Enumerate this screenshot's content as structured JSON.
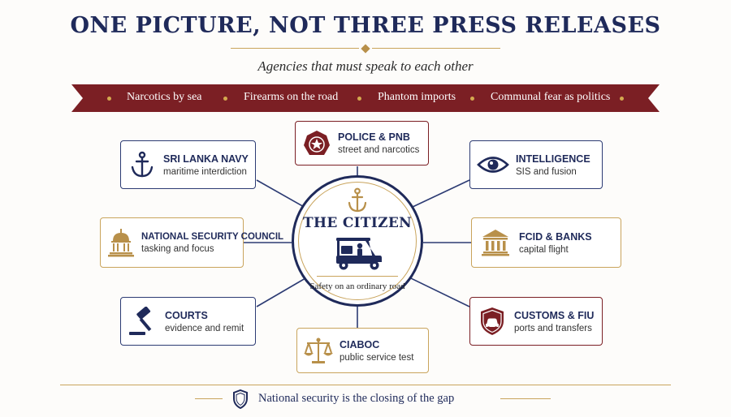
{
  "title": "ONE PICTURE, NOT THREE PRESS RELEASES",
  "subtitle": "Agencies that must speak to each other",
  "banner": [
    "Narcotics by sea",
    "Firearms on the road",
    "Phantom imports",
    "Communal fear as politics"
  ],
  "hub": {
    "title": "THE CITIZEN",
    "caption": "Safety on an ordinary road",
    "icons": [
      "anchor-icon",
      "tuk-tuk-icon"
    ]
  },
  "agencies": {
    "police": {
      "name": "POLICE & PNB",
      "desc": "street and narcotics",
      "icon": "police-badge-icon"
    },
    "navy": {
      "name": "SRI LANKA NAVY",
      "desc": "maritime interdiction",
      "icon": "anchor-icon"
    },
    "intelligence": {
      "name": "INTELLIGENCE",
      "desc": "SIS and fusion",
      "icon": "eye-icon"
    },
    "nsc": {
      "name": "NATIONAL SECURITY COUNCIL",
      "desc": "tasking and focus",
      "icon": "capitol-dome-icon"
    },
    "fcid": {
      "name": "FCID & BANKS",
      "desc": "capital flight",
      "icon": "bank-icon"
    },
    "courts": {
      "name": "COURTS",
      "desc": "evidence and remit",
      "icon": "gavel-icon"
    },
    "customs": {
      "name": "CUSTOMS & FIU",
      "desc": "ports and transfers",
      "icon": "customs-shield-icon"
    },
    "ciaboc": {
      "name": "CIABOC",
      "desc": "public service test",
      "icon": "scales-icon"
    }
  },
  "footer": {
    "text": "National security is the closing of the gap",
    "icon": "shield-icon"
  },
  "colors": {
    "navy": "#1f2a5a",
    "gold": "#c9a45c",
    "maroon": "#7b1f24",
    "background": "#fdfcfa"
  }
}
